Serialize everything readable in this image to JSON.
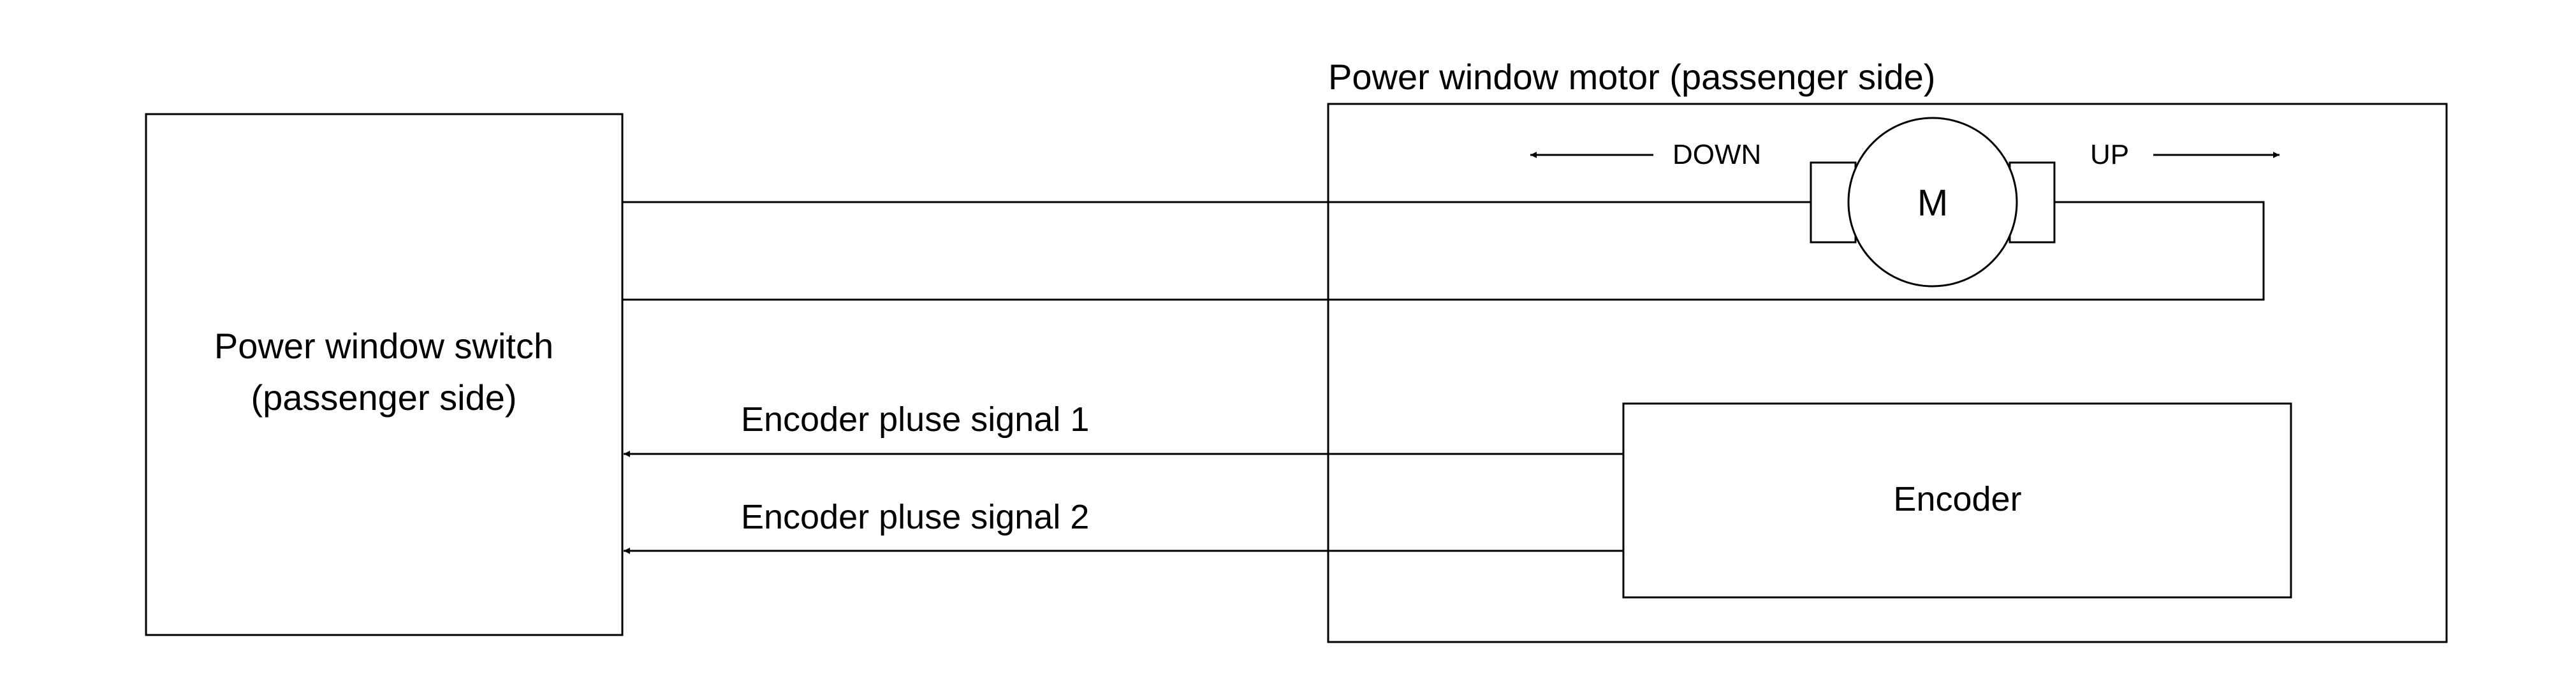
{
  "diagram": {
    "switch_label_line1": "Power window switch",
    "switch_label_line2": "(passenger side)",
    "motor_unit_label": "Power window motor (passenger side)",
    "motor_symbol": "M",
    "down_label": "DOWN",
    "up_label": "UP",
    "encoder_label": "Encoder",
    "signal1_label": "Encoder pluse signal 1",
    "signal2_label": "Encoder pluse signal 2"
  }
}
